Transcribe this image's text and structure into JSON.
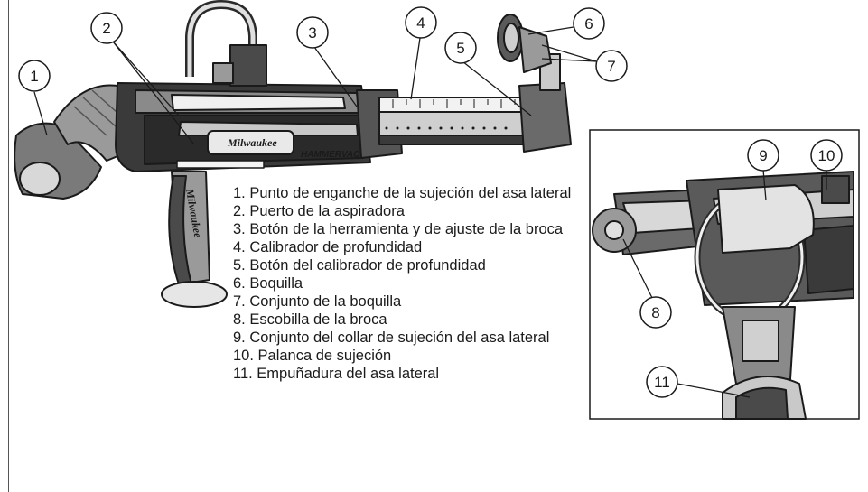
{
  "callouts": [
    "1",
    "2",
    "3",
    "4",
    "5",
    "6",
    "7",
    "8",
    "9",
    "10",
    "11"
  ],
  "legend": [
    {
      "num": "1. ",
      "text": "Punto de enganche de la sujeción del asa lateral"
    },
    {
      "num": "2. ",
      "text": "Puerto de la aspiradora"
    },
    {
      "num": "3. ",
      "text": "Botón de la herramienta y de ajuste de la broca"
    },
    {
      "num": "4. ",
      "text": "Calibrador de profundidad"
    },
    {
      "num": "5. ",
      "text": "Botón del calibrador de profundidad"
    },
    {
      "num": "6. ",
      "text": "Boquilla"
    },
    {
      "num": "7. ",
      "text": "Conjunto de la boquilla"
    },
    {
      "num": "8. ",
      "text": "Escobilla de la broca"
    },
    {
      "num": "9. ",
      "text": "Conjunto del collar de sujeción del asa lateral"
    },
    {
      "num": "10. ",
      "text": "Palanca de sujeción"
    },
    {
      "num": "11. ",
      "text": "Empuñadura del asa lateral"
    }
  ],
  "logos": {
    "brand": "Milwaukee",
    "model": "HAMMERVAC"
  }
}
